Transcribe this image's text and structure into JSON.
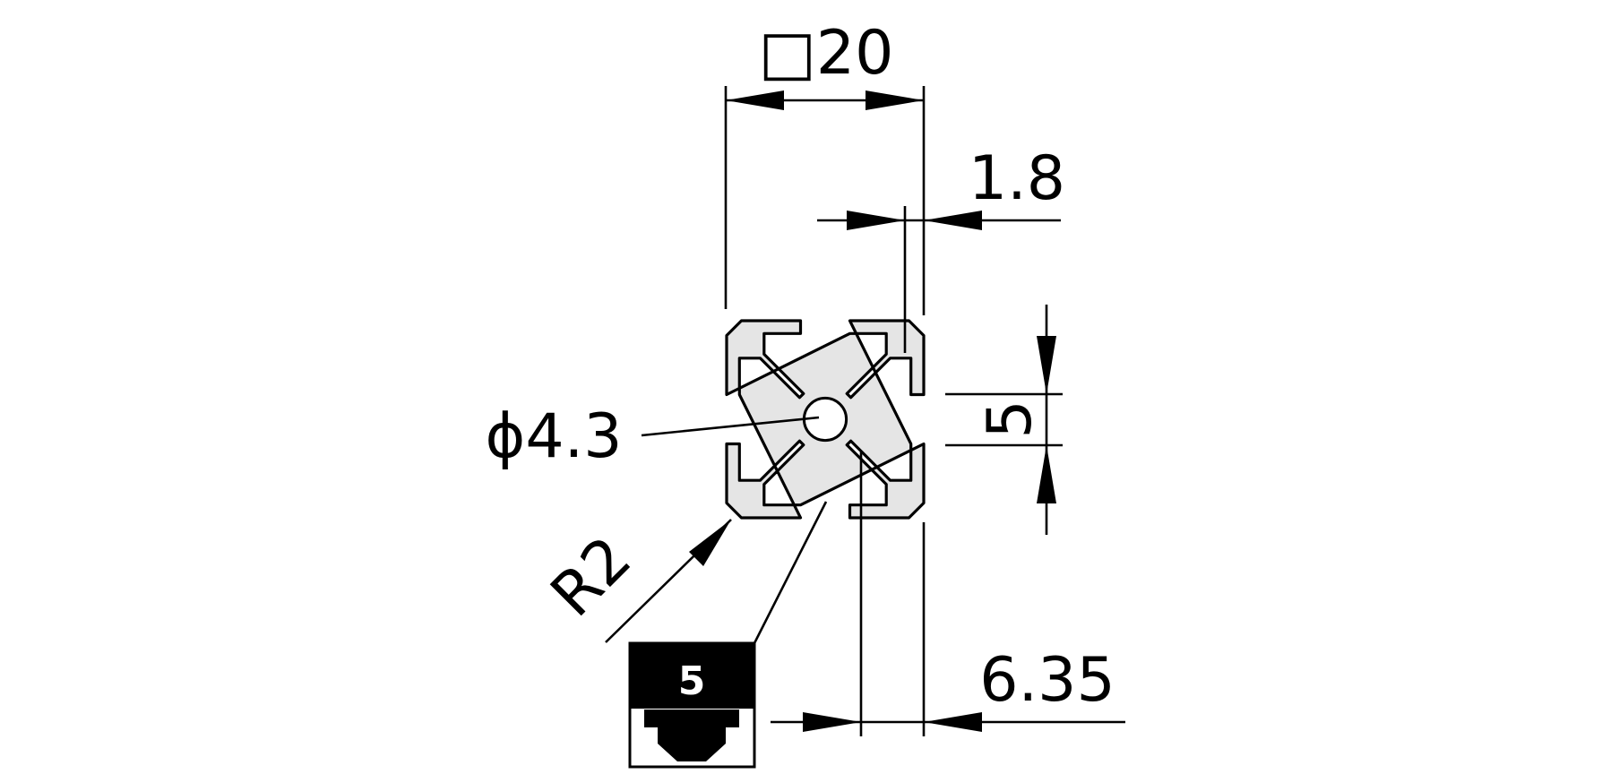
{
  "drawing": {
    "dimensions": {
      "width": "□20",
      "wall": "1.8",
      "slot": "5",
      "bore": "ϕ4.3",
      "radius": "R2",
      "offset": "6.35"
    },
    "slot_badge": {
      "label": "5"
    },
    "colors": {
      "line": "#000000",
      "profile_fill": "#e5e5e5",
      "badge_fill": "#000000"
    }
  }
}
